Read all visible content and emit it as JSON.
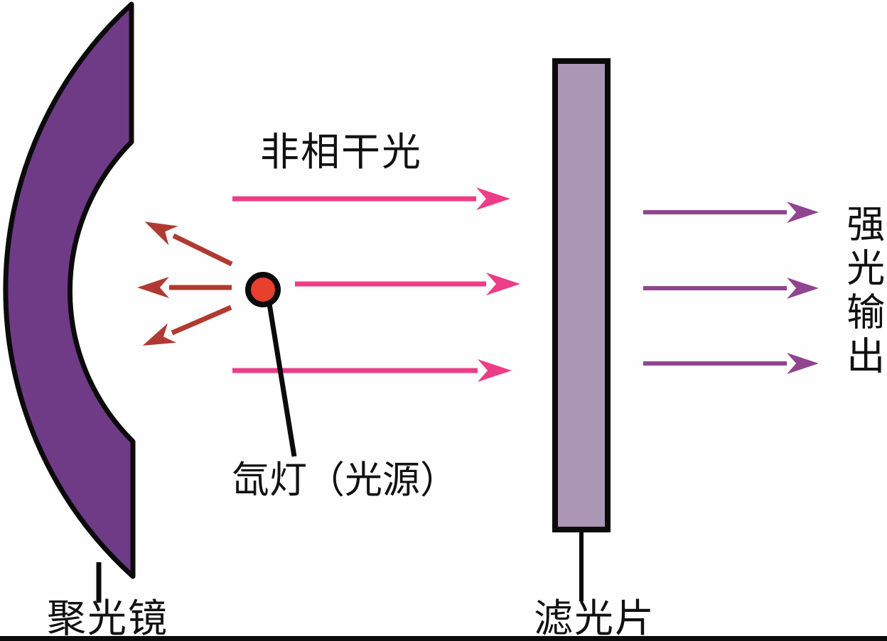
{
  "figure": {
    "title_hint": "xenon-lamp incoherent light source with condenser mirror and filter",
    "labels": {
      "incoherent_light": "非相干光",
      "source": "氙灯（光源）",
      "condenser": "聚光镜",
      "filter": "滤光片",
      "output": "强光输出"
    },
    "colors": {
      "mirror": "#6F3B87",
      "filter": "#AB96B5",
      "pink_ray": "#ED3D87",
      "divergent_ray": "#B03A31",
      "output_ray": "#91458E",
      "lamp": "#E8402F",
      "outline": "#0b0b0b"
    }
  }
}
